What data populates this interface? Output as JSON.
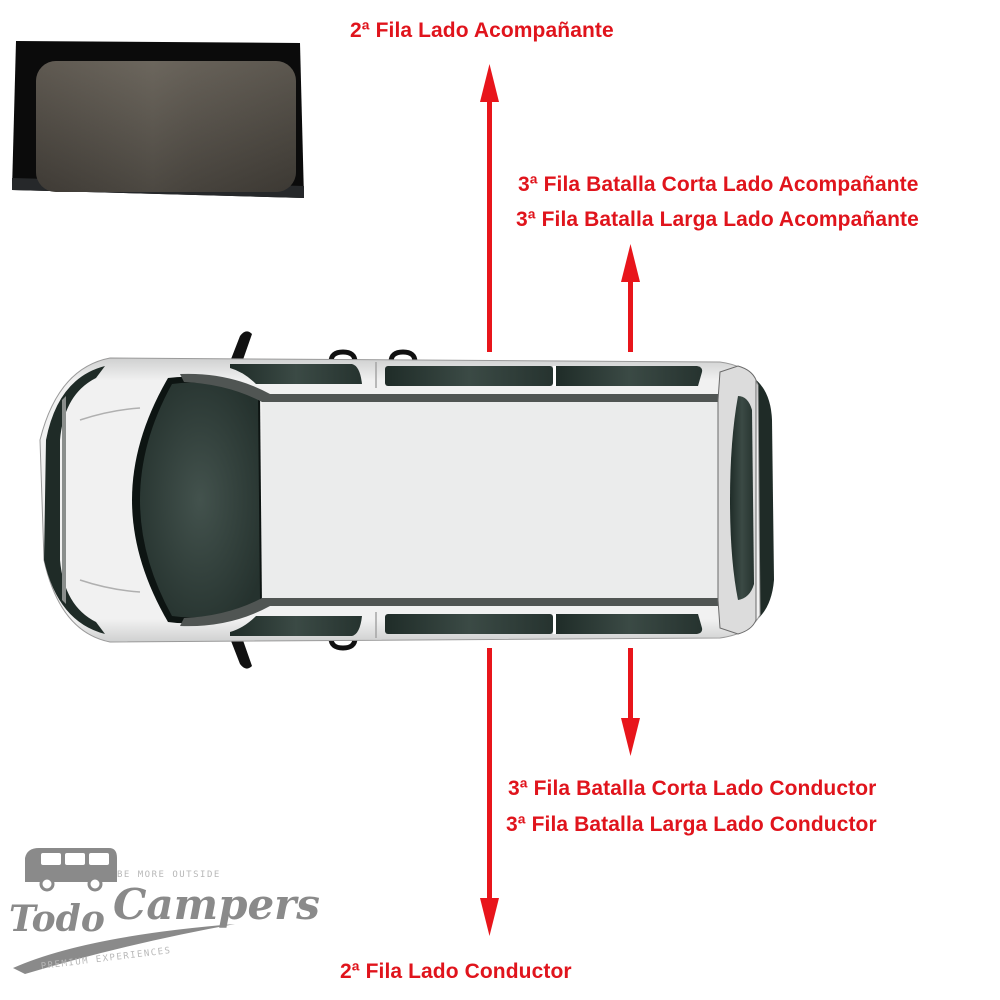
{
  "labels": {
    "second_row_passenger": "2ª Fila Lado Acompañante",
    "third_row_short_passenger": "3ª Fila Batalla Corta Lado Acompañante",
    "third_row_long_passenger": "3ª Fila Batalla Larga Lado Acompañante",
    "third_row_short_driver": "3ª Fila Batalla Corta Lado Conductor",
    "third_row_long_driver": "3ª Fila Batalla Larga Lado Conductor",
    "second_row_driver": "2ª Fila Lado Conductor"
  },
  "logo": {
    "brand_first": "Todo",
    "brand_second": "Campers",
    "tagline_top": "BE MORE OUTSIDE",
    "tagline_bottom": "PREMIUM EXPERIENCES"
  },
  "colors": {
    "label_red": "#e0141c",
    "arrow_red": "#e8151b",
    "van_body": "#e9eaea",
    "van_glass": "#2f3d38",
    "logo_gray": "#8a8a8a"
  },
  "diagram": {
    "subject": "van-top-view",
    "arrows": [
      {
        "id": "second-row-passenger",
        "direction": "up"
      },
      {
        "id": "third-row-passenger",
        "direction": "up"
      },
      {
        "id": "third-row-driver",
        "direction": "down"
      },
      {
        "id": "second-row-driver",
        "direction": "down"
      }
    ]
  }
}
